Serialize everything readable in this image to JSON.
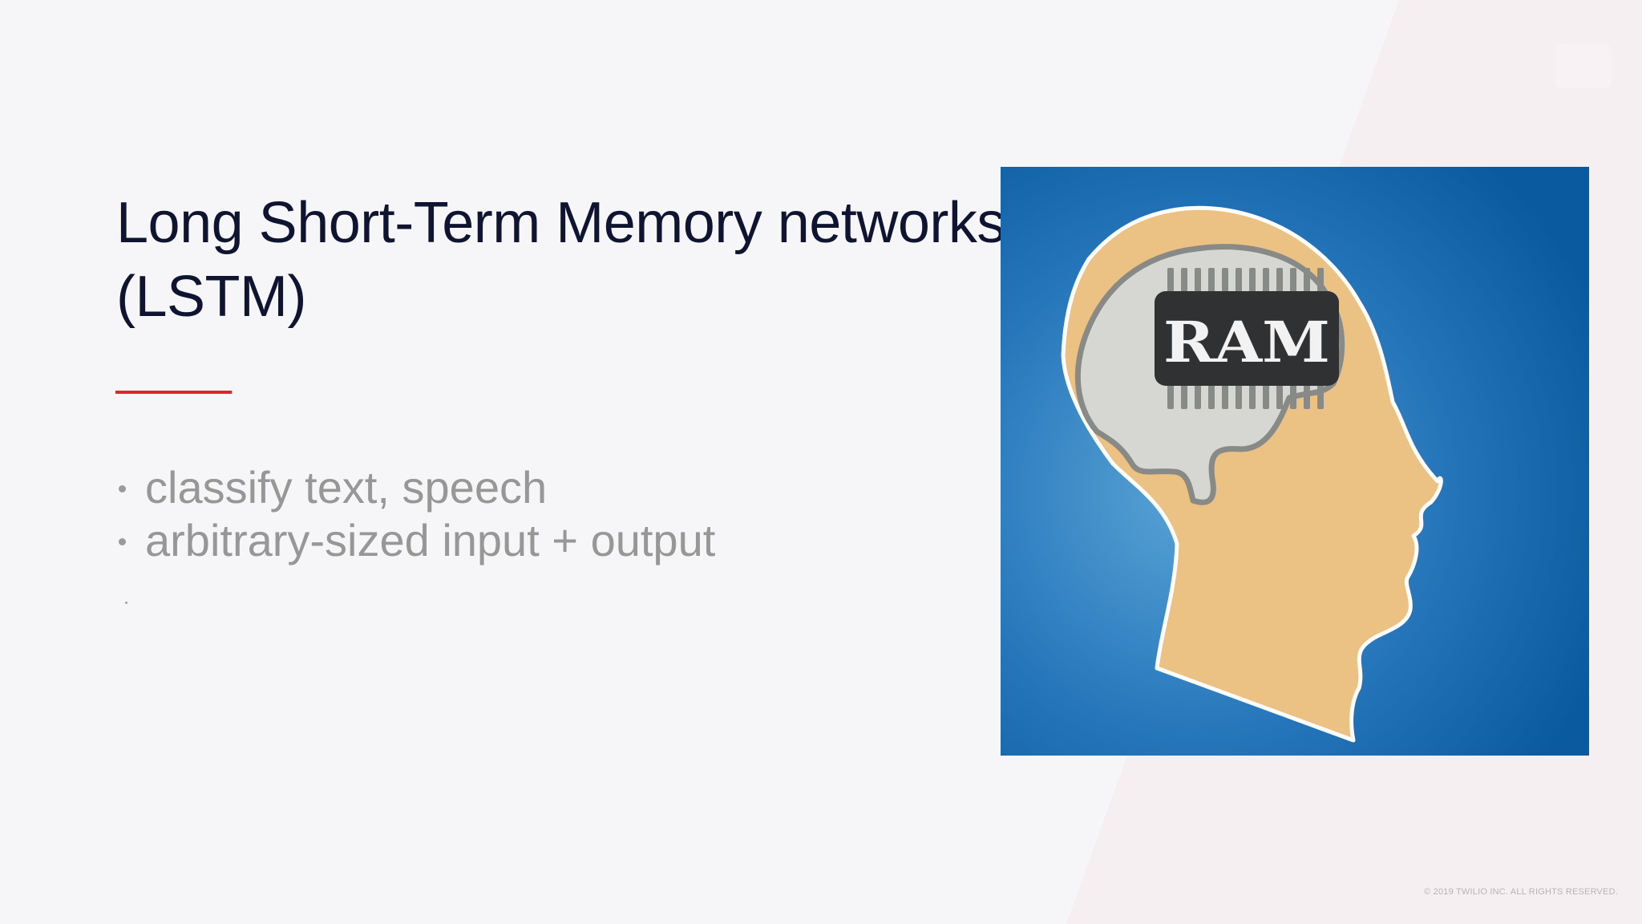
{
  "slide": {
    "title_line1": "Long Short-Term Memory networks",
    "title_line2": "(LSTM)",
    "bullets": [
      "classify text, speech",
      "arbitrary-sized input + output"
    ]
  },
  "illustration": {
    "chip_label": "RAM",
    "icon": "head-with-ram-chip-icon",
    "colors": {
      "background": "#0f62a8",
      "head": "#ebc184",
      "brain": "#d6d6d3",
      "chip": "#2f3132"
    }
  },
  "footer": {
    "copyright": "© 2019 TWILIO INC. ALL RIGHTS RESERVED."
  },
  "colors": {
    "title": "#0f1530",
    "accent_rule": "#e0282c",
    "bullet_text": "#979797",
    "page_background": "#f6f6f8"
  }
}
